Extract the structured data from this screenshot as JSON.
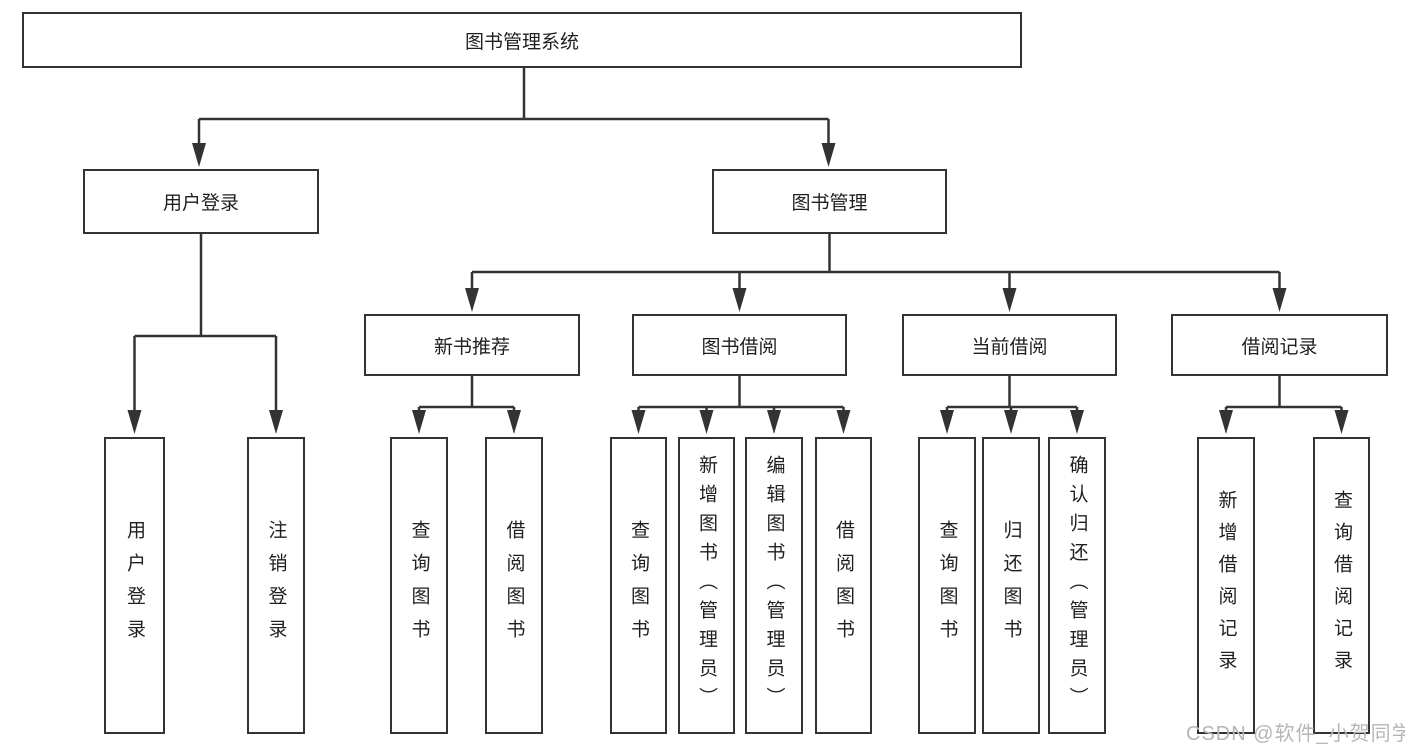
{
  "diagram": {
    "watermark": "CSDN @软件_小贺同学",
    "colors": {
      "background": "#ffffff",
      "line": "#333333",
      "box_border": "#333333",
      "text": "#1f1f1f",
      "watermark_text": "#b6b6b6"
    },
    "tree": {
      "label": "图书管理系统",
      "children": [
        {
          "label": "用户登录",
          "children": [
            {
              "label": "用户登录"
            },
            {
              "label": "注销登录"
            }
          ]
        },
        {
          "label": "图书管理",
          "children": [
            {
              "label": "新书推荐",
              "children": [
                {
                  "label": "查询图书"
                },
                {
                  "label": "借阅图书"
                }
              ]
            },
            {
              "label": "图书借阅",
              "children": [
                {
                  "label": "查询图书"
                },
                {
                  "label": "新增图书（管理员）"
                },
                {
                  "label": "编辑图书（管理员）"
                },
                {
                  "label": "借阅图书"
                }
              ]
            },
            {
              "label": "当前借阅",
              "children": [
                {
                  "label": "查询图书"
                },
                {
                  "label": "归还图书"
                },
                {
                  "label": "确认归还（管理员）"
                }
              ]
            },
            {
              "label": "借阅记录",
              "children": [
                {
                  "label": "新增借阅记录"
                },
                {
                  "label": "查询借阅记录"
                }
              ]
            }
          ]
        }
      ]
    }
  }
}
